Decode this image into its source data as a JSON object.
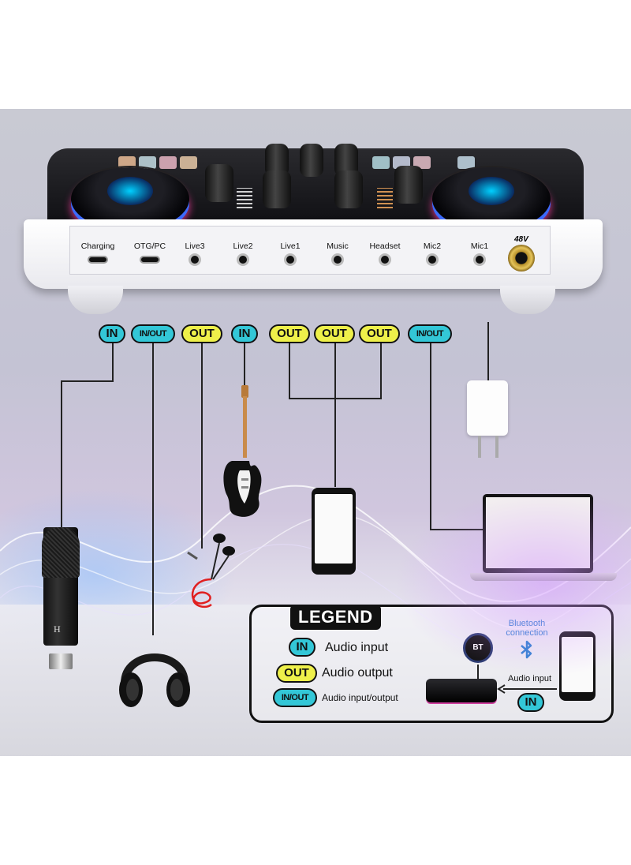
{
  "ports": {
    "charging": "Charging",
    "otg": "OTG/PC",
    "live3": "Live3",
    "live2": "Live2",
    "live1": "Live1",
    "music": "Music",
    "headset": "Headset",
    "mic2": "Mic2",
    "mic1": "Mic1",
    "phantom": "48V"
  },
  "badges": {
    "mic1": "IN",
    "otg": "IN/OUT",
    "live3": "OUT",
    "live2": "IN",
    "live1": "OUT",
    "music": "OUT",
    "headset": "OUT",
    "charging": "IN/OUT"
  },
  "mic_logo": "H",
  "legend": {
    "title": "LEGEND",
    "in_badge": "IN",
    "in_label": "Audio input",
    "out_badge": "OUT",
    "out_label": "Audio output",
    "inout_badge": "IN/OUT",
    "inout_label": "Audio input/output",
    "bt_badge": "BT",
    "bt_label": "Bluetooth connection",
    "audio_input": "Audio input",
    "in_small": "IN"
  },
  "colors": {
    "in_badge": "#33c7d7",
    "out_badge": "#eef04a",
    "bluetooth": "#2c7fd0"
  },
  "icons": [
    "microphone-icon",
    "headphones-icon",
    "earphones-icon",
    "guitar-icon",
    "smartphone-icon",
    "charger-icon",
    "laptop-icon",
    "bluetooth-icon"
  ]
}
